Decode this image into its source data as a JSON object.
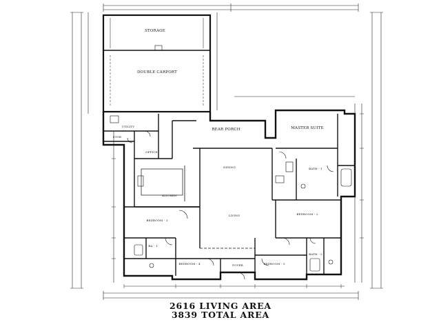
{
  "rooms": {
    "storage": "STORAGE",
    "double_carport": "DOUBLE CARPORT",
    "rear_porch": "REAR PORCH",
    "master_suite": "MASTER SUITE",
    "utility": "UTILITY",
    "stor": "STOR",
    "office": "OFFICE",
    "dining": "DINING",
    "bath_1": "BATH - 1",
    "kitchen": "KITCHEN",
    "living": "LIVING",
    "bedroom_3": "BEDROOM - 3",
    "bedroom_2": "BEDROOM - 2",
    "ba": "BA - 1",
    "bedroom_4": "BEDROOM - 4",
    "bedroom_5": "BEDROOM - 5",
    "bath_2": "BATH - 2",
    "foyer": "FOYER"
  },
  "summary": {
    "living_area": "2616 LIVING AREA",
    "total_area": "3839 TOTAL AREA"
  },
  "colors": {
    "ink": "#111111",
    "paper": "#ffffff"
  }
}
